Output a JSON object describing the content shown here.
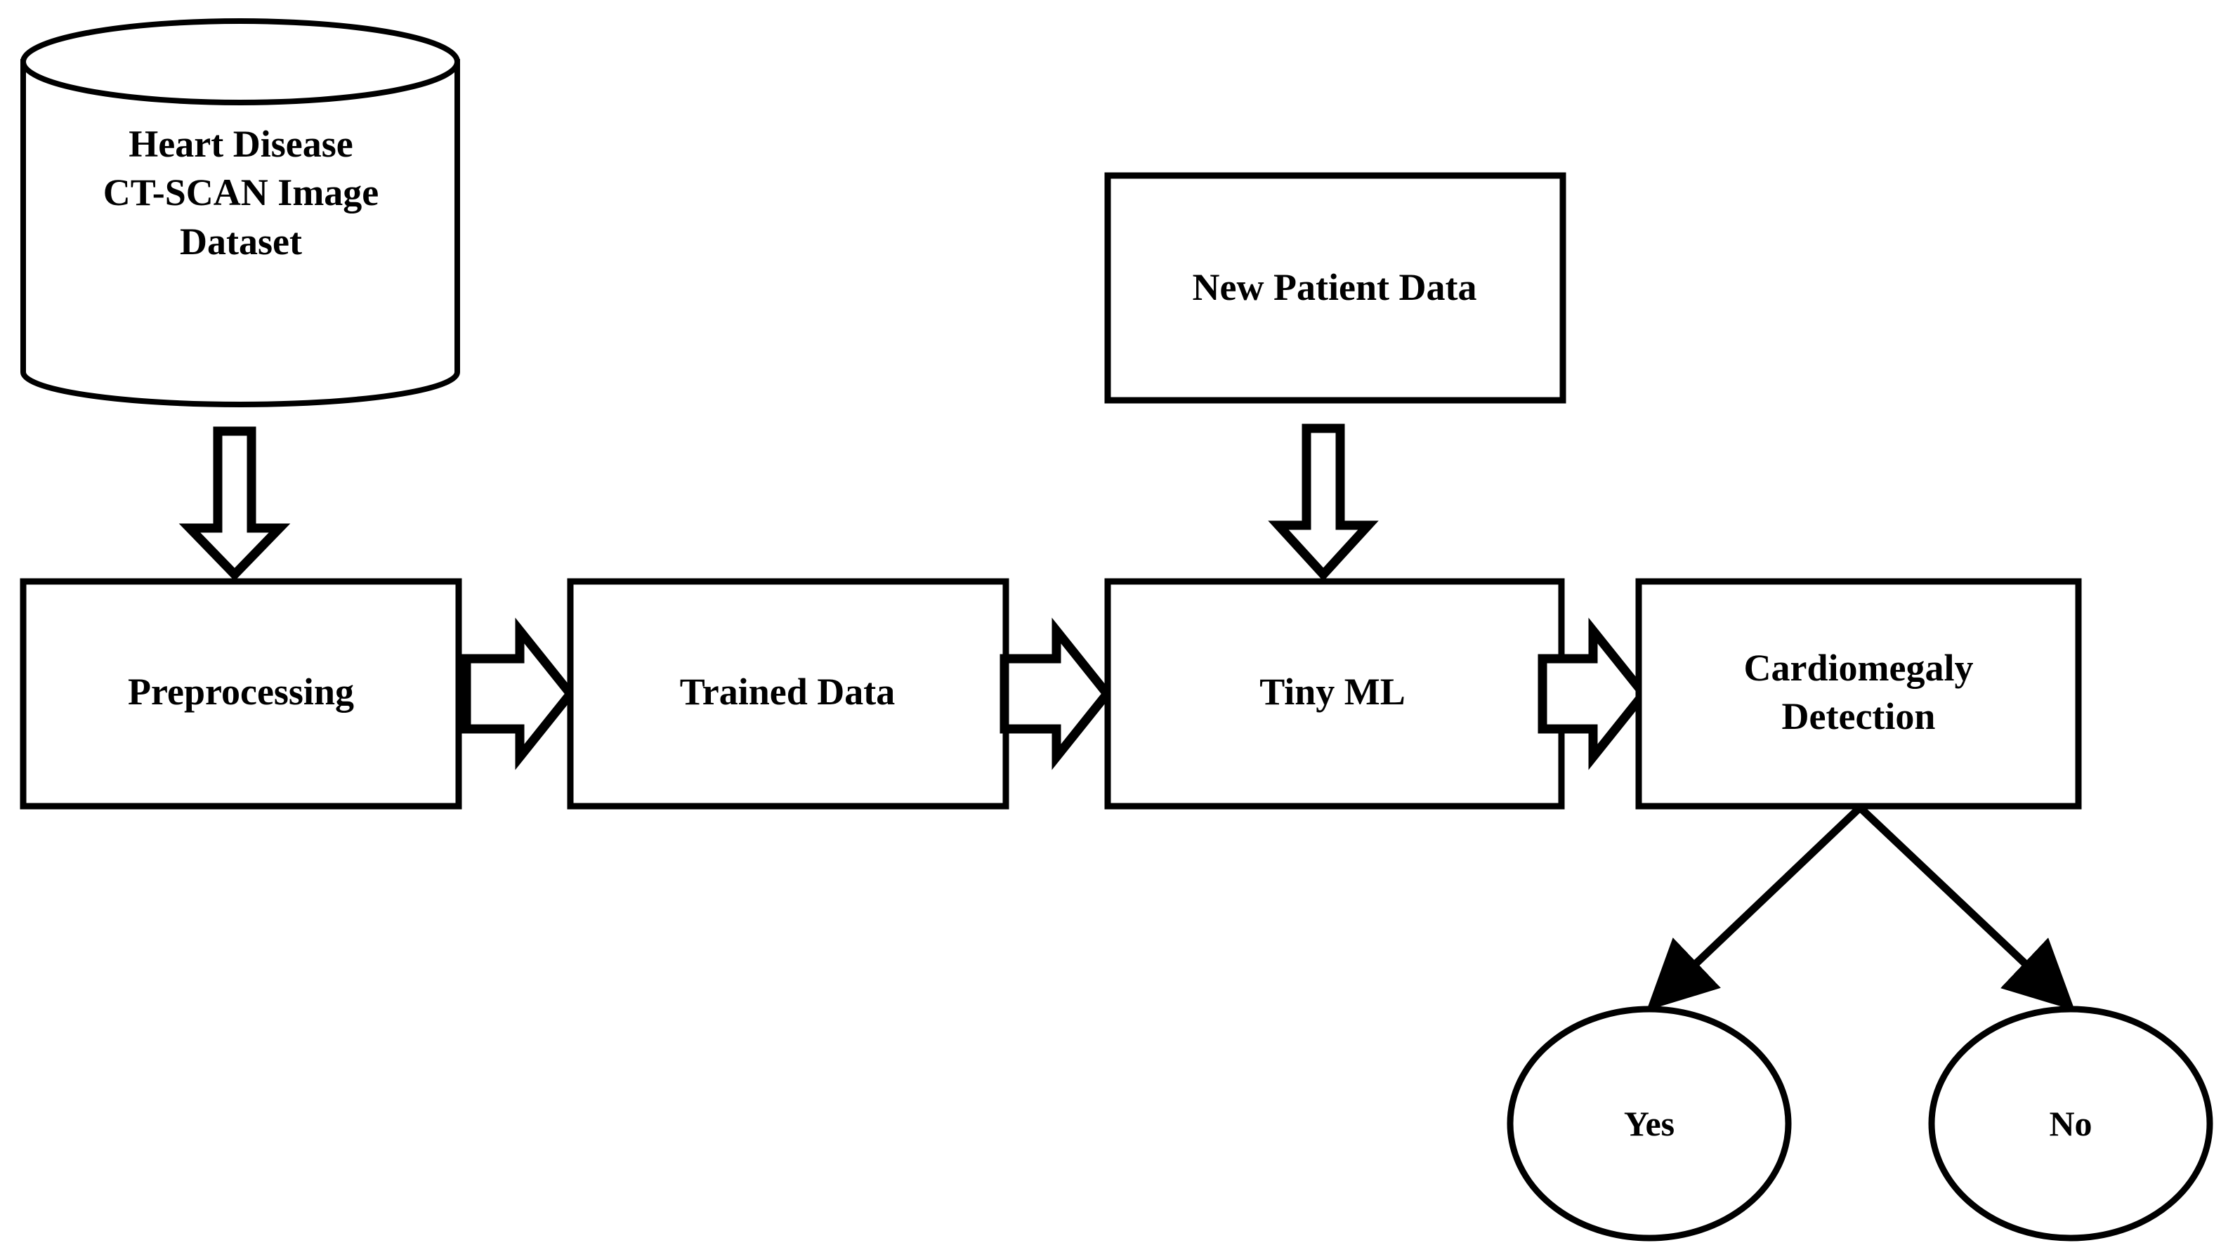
{
  "diagram": {
    "title": "Cardiomegaly detection pipeline flowchart",
    "stroke_color": "#000000",
    "fill_color": "#ffffff",
    "nodes": [
      {
        "id": "dataset",
        "shape": "cylinder",
        "label": "Heart Disease\nCT-SCAN Image\nDataset"
      },
      {
        "id": "preprocessing",
        "shape": "rectangle",
        "label": "Preprocessing"
      },
      {
        "id": "trained_data",
        "shape": "rectangle",
        "label": "Trained Data"
      },
      {
        "id": "new_patient_data",
        "shape": "rectangle",
        "label": "New Patient Data"
      },
      {
        "id": "tiny_ml",
        "shape": "rectangle",
        "label": "Tiny ML"
      },
      {
        "id": "cardiomegaly_detection",
        "shape": "rectangle",
        "label": "Cardiomegaly\nDetection"
      },
      {
        "id": "yes",
        "shape": "ellipse",
        "label": "Yes"
      },
      {
        "id": "no",
        "shape": "ellipse",
        "label": "No"
      }
    ],
    "edges": [
      {
        "id": "e1",
        "from": "dataset",
        "to": "preprocessing",
        "style": "block-arrow",
        "direction": "down"
      },
      {
        "id": "e2",
        "from": "preprocessing",
        "to": "trained_data",
        "style": "block-arrow",
        "direction": "right"
      },
      {
        "id": "e3",
        "from": "trained_data",
        "to": "tiny_ml",
        "style": "block-arrow",
        "direction": "right"
      },
      {
        "id": "e4",
        "from": "new_patient_data",
        "to": "tiny_ml",
        "style": "block-arrow",
        "direction": "down"
      },
      {
        "id": "e5",
        "from": "tiny_ml",
        "to": "cardiomegaly_detection",
        "style": "block-arrow",
        "direction": "right"
      },
      {
        "id": "e6",
        "from": "cardiomegaly_detection",
        "to": "yes",
        "style": "line-arrow",
        "direction": "down-left"
      },
      {
        "id": "e7",
        "from": "cardiomegaly_detection",
        "to": "no",
        "style": "line-arrow",
        "direction": "down-right"
      }
    ]
  }
}
